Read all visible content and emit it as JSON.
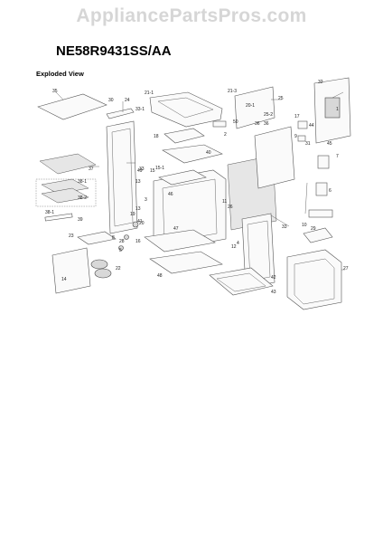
{
  "watermark": "AppliancePartsPros.com",
  "model": "NE58R9431SS/AA",
  "subtitle": "Exploded View",
  "labels": [
    "35",
    "30",
    "24",
    "33-1",
    "21-1",
    "21-3",
    "25",
    "32",
    "1",
    "36",
    "20-1",
    "25-2",
    "17",
    "44",
    "50",
    "2",
    "9",
    "31",
    "45",
    "18",
    "40",
    "33",
    "37",
    "38-1",
    "38-2",
    "49",
    "15",
    "15-1",
    "13",
    "3",
    "13",
    "11",
    "46",
    "41",
    "19",
    "20",
    "26",
    "10",
    "8",
    "38-1",
    "39",
    "23",
    "16",
    "28",
    "5",
    "12",
    "22",
    "14",
    "48",
    "47",
    "4",
    "36",
    "33",
    "6",
    "7",
    "29",
    "42",
    "43",
    "27"
  ]
}
